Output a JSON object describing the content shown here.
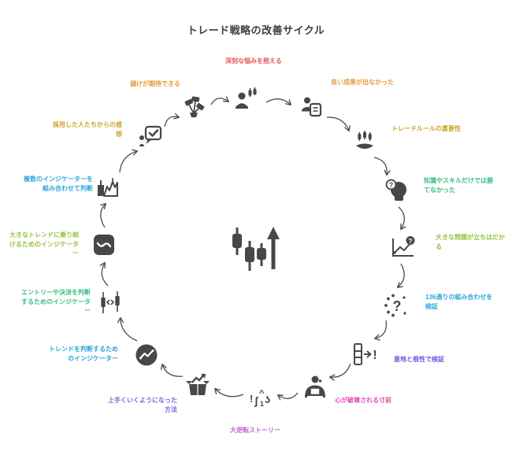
{
  "title": "トレード戦略の改善サイクル",
  "colors": {
    "title": "#3d3d3d",
    "icon": "#474747",
    "arrow": "#4d4d4d",
    "red": "#e25959",
    "orange": "#e59a3c",
    "gold": "#cfa42e",
    "emerald": "#3dbd85",
    "yellow_green": "#95c23d",
    "light_blue": "#31a5dd",
    "indigo": "#6a5ae0",
    "pink": "#de4fb0",
    "orchid": "#c45fd6",
    "slate_blue": "#6e6ada"
  },
  "center": {
    "icon": "candlestick-uptrend-icon"
  },
  "nodes": [
    {
      "label": "深刻な悩みを抱える",
      "color": "#e25959",
      "icon": "trader-person-icon"
    },
    {
      "label": "良い成果が出なかった",
      "color": "#e59a3c",
      "icon": "person-document-icon"
    },
    {
      "label": "トレードルールの重要性",
      "color": "#cfa42e",
      "icon": "hand-candlestick-icon"
    },
    {
      "label": "知識やスキルだけでは勝てなかった",
      "color": "#3dbd85",
      "icon": "thinking-head-icon"
    },
    {
      "label": "大きな問題が立ちはだかる",
      "color": "#95c23d",
      "icon": "chart-question-icon"
    },
    {
      "label": "136通りの組み合わせを検証",
      "color": "#31a5dd",
      "icon": "question-burst-icon"
    },
    {
      "label": "意地と根性で検証",
      "color": "#6a5ae0",
      "icon": "checklist-alert-icon"
    },
    {
      "label": "心が破壊される寸前",
      "color": "#de4fb0",
      "icon": "person-laptop-icon"
    },
    {
      "label": "大逆転ストーリー",
      "color": "#c45fd6",
      "icon": "scattered-symbols-icon"
    },
    {
      "label": "上手くいくようになった方法",
      "color": "#6e6ada",
      "icon": "box-chart-icon"
    },
    {
      "label": "トレンドを判断するためのインジケーター",
      "color": "#31a5dd",
      "icon": "trend-circle-icon"
    },
    {
      "label": "エントリーや決済を判断するためのインジケーター",
      "color": "#3dbd85",
      "icon": "candlestick-pair-icon"
    },
    {
      "label": "大きなトレンドに乗り続けるためのインジケーター",
      "color": "#95c23d",
      "icon": "wave-square-icon"
    },
    {
      "label": "複数のインジケーターを組み合わせて判断",
      "color": "#31a5dd",
      "icon": "skyline-chart-icon"
    },
    {
      "label": "採用した人たちからの感想",
      "color": "#cfa42e",
      "icon": "person-testimonial-icon"
    },
    {
      "label": "儲けが期待できる",
      "color": "#e59a3c",
      "icon": "money-plant-icon"
    }
  ]
}
